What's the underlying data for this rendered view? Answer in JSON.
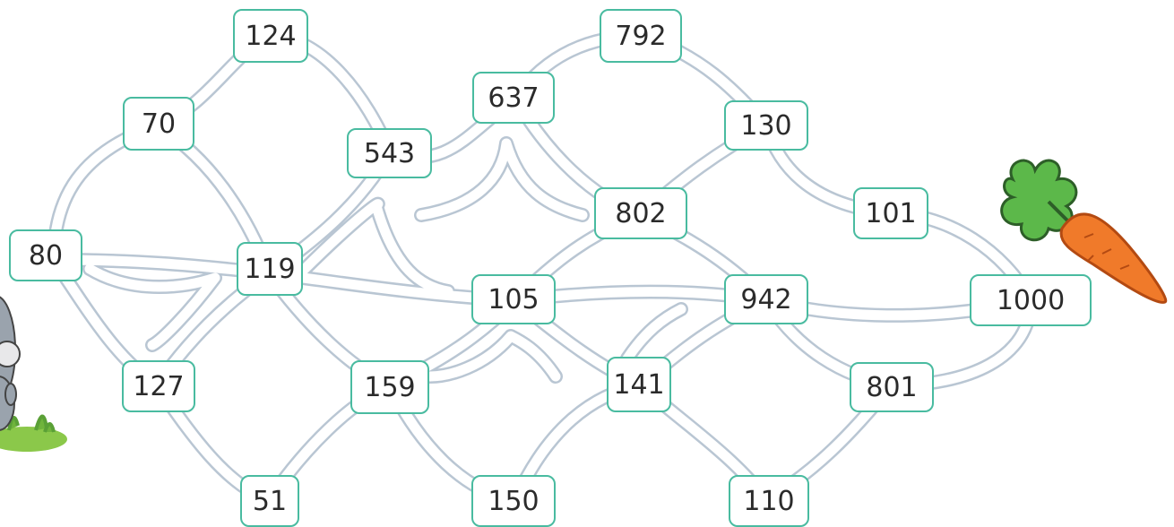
{
  "puzzle": {
    "nodes": [
      {
        "id": "n70",
        "label": "70"
      },
      {
        "id": "n124",
        "label": "124"
      },
      {
        "id": "n543",
        "label": "543"
      },
      {
        "id": "n637",
        "label": "637"
      },
      {
        "id": "n792",
        "label": "792"
      },
      {
        "id": "n130",
        "label": "130"
      },
      {
        "id": "n802",
        "label": "802"
      },
      {
        "id": "n101",
        "label": "101"
      },
      {
        "id": "n80",
        "label": "80"
      },
      {
        "id": "n119",
        "label": "119"
      },
      {
        "id": "n105",
        "label": "105"
      },
      {
        "id": "n942",
        "label": "942"
      },
      {
        "id": "n1000",
        "label": "1000"
      },
      {
        "id": "n127",
        "label": "127"
      },
      {
        "id": "n159",
        "label": "159"
      },
      {
        "id": "n141",
        "label": "141"
      },
      {
        "id": "n801",
        "label": "801"
      },
      {
        "id": "n51",
        "label": "51"
      },
      {
        "id": "n150",
        "label": "150"
      },
      {
        "id": "n110",
        "label": "110"
      }
    ],
    "start_character_icon": "rabbit-icon",
    "goal_icon": "carrot-icon",
    "colors": {
      "box_border": "#49bba0",
      "path_stroke": "#b9c6d3",
      "carrot_body": "#f07a2a",
      "carrot_leaves": "#5cb84a",
      "grass": "#8bc84a",
      "rabbit_fur": "#9aa3ad"
    }
  }
}
